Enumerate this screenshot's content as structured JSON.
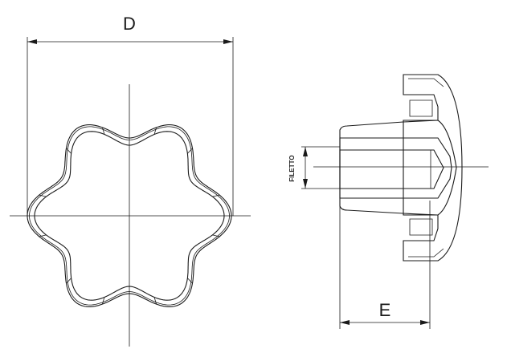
{
  "drawing": {
    "front_view": {
      "dimension_label": "D",
      "lobes": 6
    },
    "side_view": {
      "dimension_label": "E",
      "thread_label": "FILETTO"
    },
    "line_color": "#1a1a1a",
    "background": "#ffffff"
  }
}
